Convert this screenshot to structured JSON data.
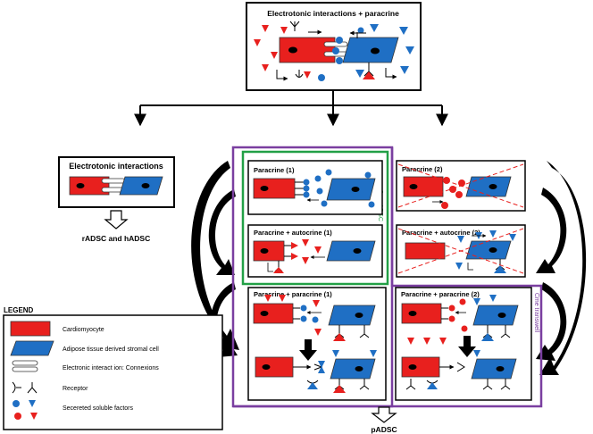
{
  "top_panel": {
    "title": "Electrotonic interactions + paracrine"
  },
  "electrotonic": {
    "title": "Electrotonic interactions",
    "result": "rADSC and hADSC"
  },
  "vertical_label_cme_adsc": "Cme ADSC",
  "vertical_label_cme_transwell": "Cme transwell",
  "panels": {
    "paracrine_1": "Paracrine (1)",
    "paracrine_2": "Paracrine (2)",
    "paracrine_autocrine_1": "Paracrine + autocrine (1)",
    "paracrine_autocrine_2": "Paracrine + autocrine (2)",
    "paracrine_paracrine_1": "Paracrine + paracrine (1)",
    "paracrine_paracrine_2": "Paracrine + paracrine (2)"
  },
  "bottom_result": "pADSC",
  "legend": {
    "title": "LEGEND",
    "items": [
      {
        "label": "Cardiomyocyte",
        "icon": "cardiomyocyte-icon"
      },
      {
        "label": "Adipose tissue derived stromal cell",
        "icon": "adsc-icon"
      },
      {
        "label": "Electronic interact ion: Connexions",
        "icon": "connexion-icon"
      },
      {
        "label": "Receptor",
        "icon": "receptor-icon"
      },
      {
        "label": "Secereted soluble factors",
        "icon": "soluble-factors-icon"
      }
    ]
  },
  "colors": {
    "cardiomyocyte": "#e8201e",
    "adsc": "#1f6fc4",
    "green_frame": "#22a046",
    "purple_frame": "#7a3fa0",
    "cross_out": "#e8201e"
  }
}
